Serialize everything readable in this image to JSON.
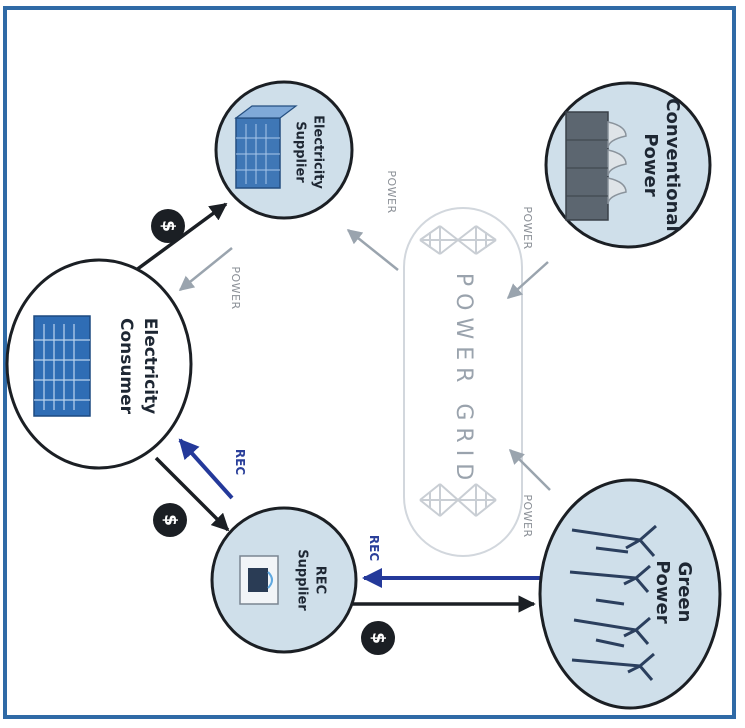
{
  "nodes": {
    "conventional": {
      "line1": "Conventional",
      "line2": "Power"
    },
    "supplier": {
      "line1": "Electricity",
      "line2": "Supplier"
    },
    "consumer": {
      "line1": "Electricity",
      "line2": "Consumer"
    },
    "green": {
      "line1": "Green",
      "line2": "Power"
    },
    "rec_supplier": {
      "line1": "REC",
      "line2": "Supplier"
    }
  },
  "grid": {
    "label": "POWER GRID"
  },
  "flows": {
    "power_conv_to_grid": "POWER",
    "power_grid_to_supplier": "POWER",
    "power_supplier_to_consumer": "POWER",
    "power_green_to_grid": "POWER",
    "rec_green_to_supplier": "REC",
    "rec_supplier_to_consumer": "REC"
  },
  "payment_symbol": "$",
  "colors": {
    "frame": "#2f6aa6",
    "node_fill_blue": "#cfdfea",
    "node_fill_white": "#ffffff",
    "power_arrow": "#9aa4ae",
    "rec_arrow": "#24399a",
    "money_arrow": "#1b1f24"
  }
}
